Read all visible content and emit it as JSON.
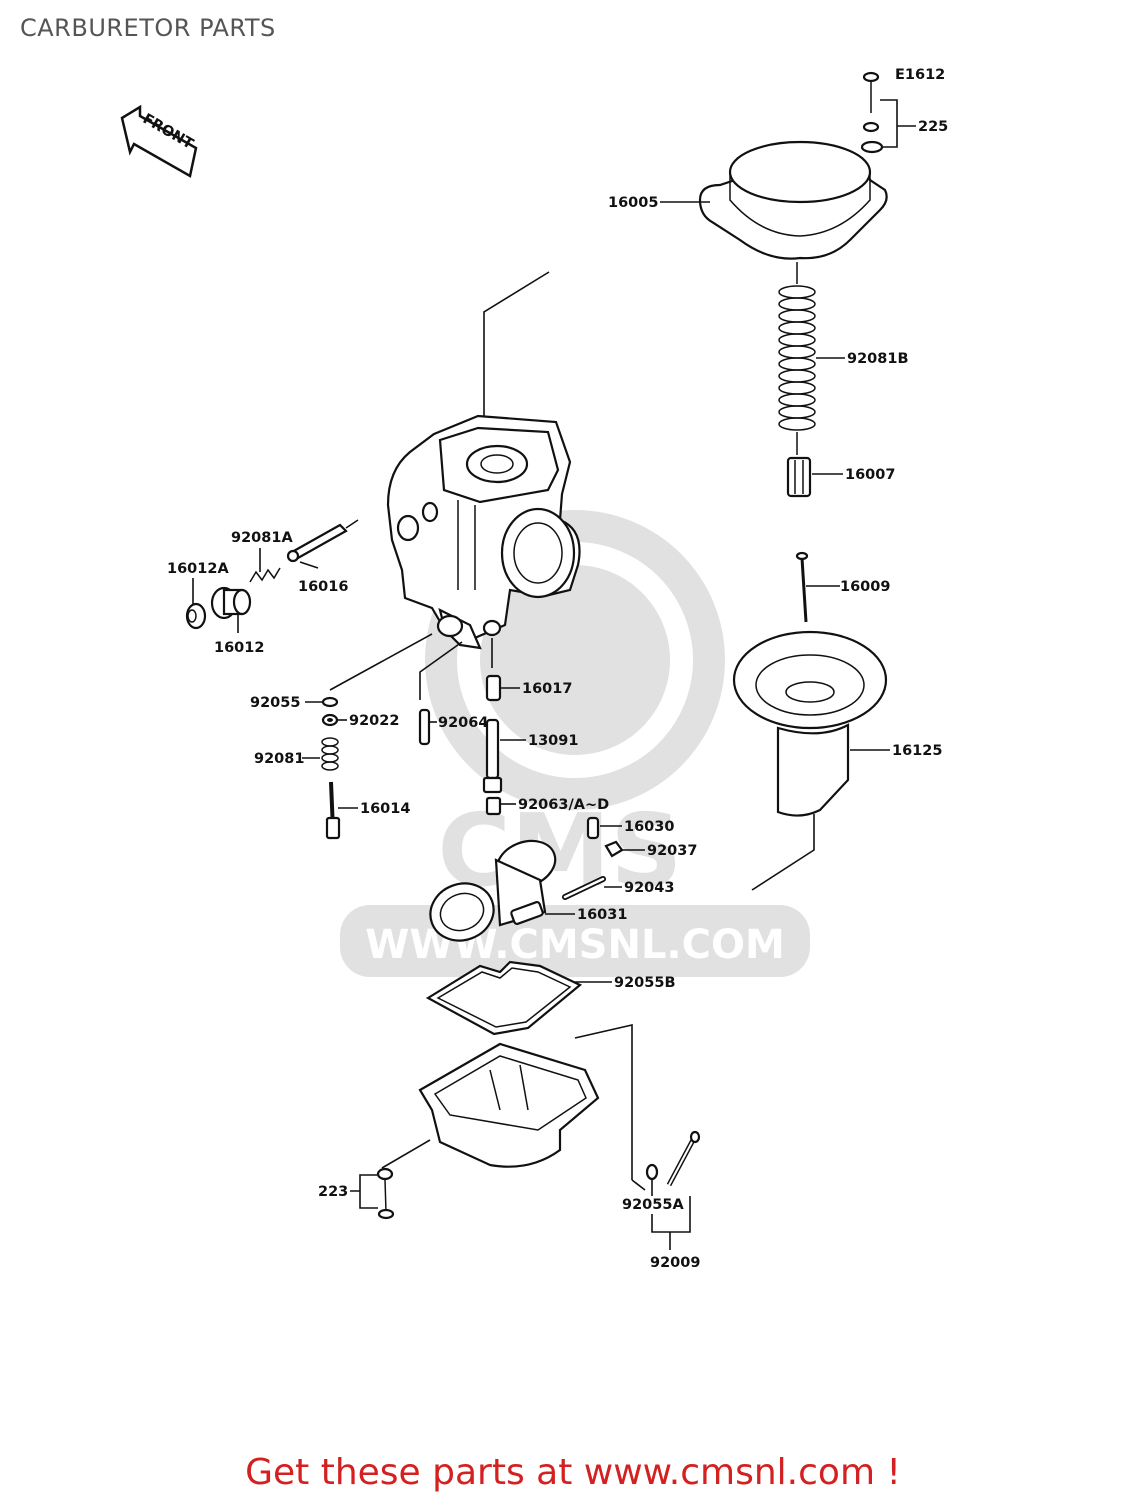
{
  "title": "CARBURETOR PARTS",
  "diagram_code": "E1612",
  "front_label": "FRONT",
  "watermark": "WWW.CMSNL.COM",
  "watermark_logo": "CMS",
  "labels": {
    "p225": "225",
    "p16005": "16005",
    "p92081B": "92081B",
    "p16007": "16007",
    "p16009": "16009",
    "p16125": "16125",
    "p92081A": "92081A",
    "p16012A": "16012A",
    "p16016": "16016",
    "p16012": "16012",
    "p92055": "92055",
    "p92022": "92022",
    "p92064": "92064",
    "p16017": "16017",
    "p13091": "13091",
    "p92081": "92081",
    "p16014": "16014",
    "p92063": "92063/A~D",
    "p16030": "16030",
    "p92037": "92037",
    "p92043": "92043",
    "p16031": "16031",
    "p92055B": "92055B",
    "p223": "223",
    "p92055A": "92055A",
    "p92009": "92009"
  },
  "footer": "Get these parts at www.cmsnl.com !"
}
